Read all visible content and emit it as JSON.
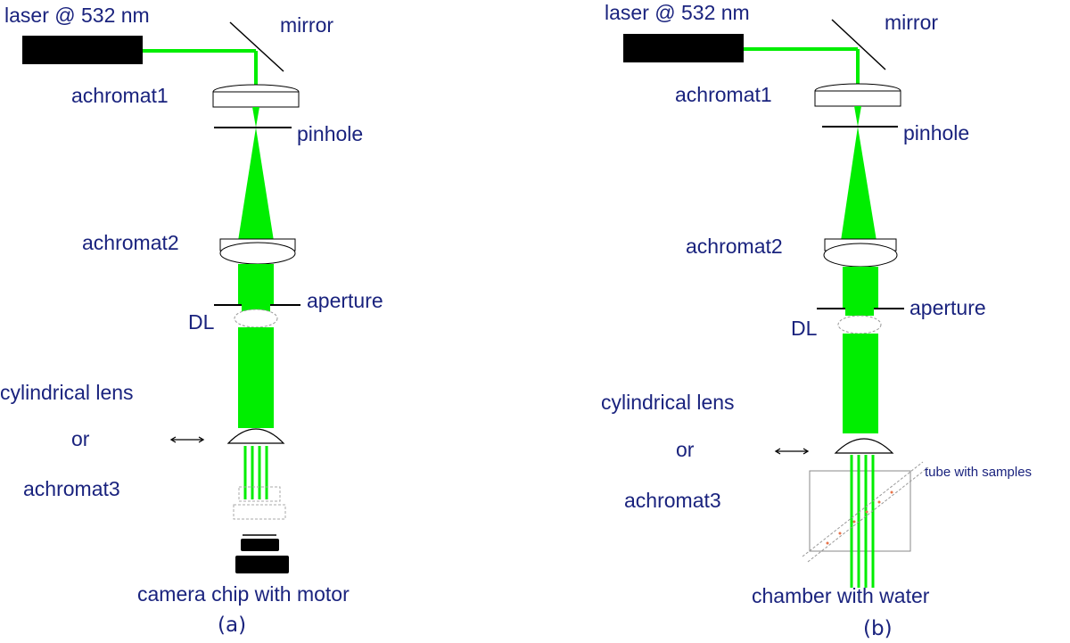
{
  "colors": {
    "beam": "#00ee00",
    "text": "#1a237e",
    "black": "#000000"
  },
  "panel_a": {
    "laser": "laser @ 532 nm",
    "mirror": "mirror",
    "achromat1": "achromat1",
    "pinhole": "pinhole",
    "achromat2": "achromat2",
    "aperture": "aperture",
    "dl": "DL",
    "cyl1": "cylindrical lens",
    "cyl2": "or",
    "cyl3": "achromat3",
    "bottom": "camera chip with motor",
    "caption": "(a)"
  },
  "panel_b": {
    "laser": "laser @ 532 nm",
    "mirror": "mirror",
    "achromat1": "achromat1",
    "pinhole": "pinhole",
    "achromat2": "achromat2",
    "aperture": "aperture",
    "dl": "DL",
    "cyl1": "cylindrical lens",
    "cyl2": "or",
    "cyl3": "achromat3",
    "tube": "tube with samples",
    "bottom": "chamber with water",
    "caption": "(b)"
  }
}
